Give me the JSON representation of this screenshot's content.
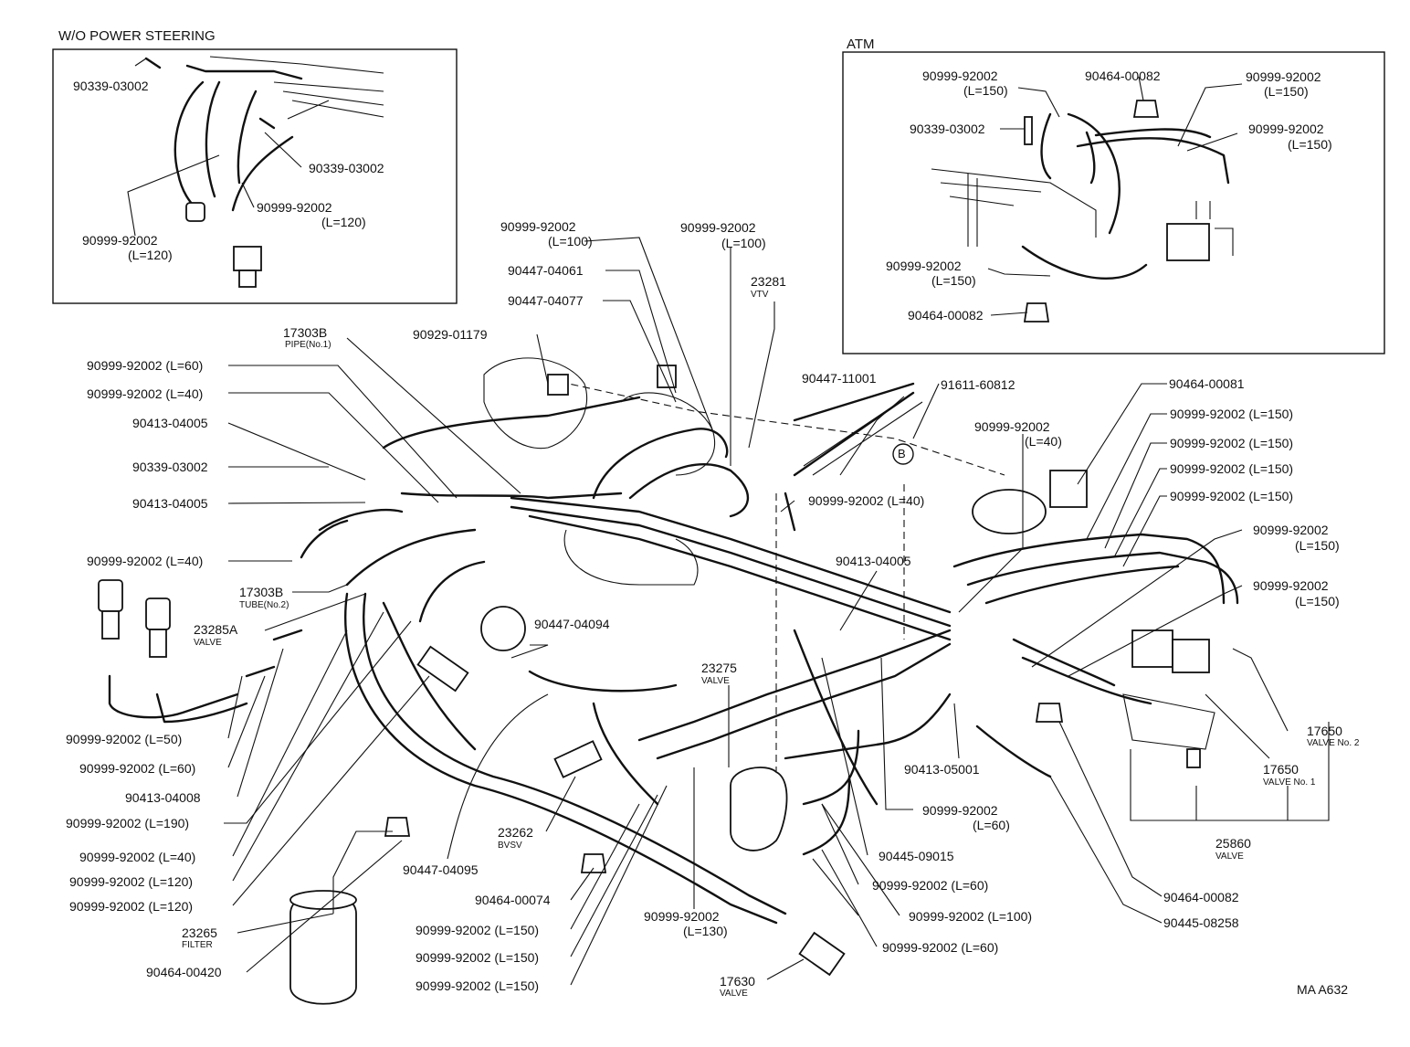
{
  "insets": {
    "wo_power_steering": {
      "title": "W/O POWER STEERING"
    },
    "atm": {
      "title": "ATM"
    }
  },
  "drawing_code": "MA A632",
  "callout_letter": "B",
  "labels": [
    {
      "id": "ps1",
      "text": "90339-03002"
    },
    {
      "id": "ps2",
      "text": "90339-03002"
    },
    {
      "id": "ps3",
      "text": "90999-92002"
    },
    {
      "id": "ps3s",
      "text": "(L=120)"
    },
    {
      "id": "ps4",
      "text": "90999-92002"
    },
    {
      "id": "ps4s",
      "text": "(L=120)"
    },
    {
      "id": "at1",
      "text": "90999-92002"
    },
    {
      "id": "at1s",
      "text": "(L=150)"
    },
    {
      "id": "at2",
      "text": "90464-00082"
    },
    {
      "id": "at3",
      "text": "90999-92002"
    },
    {
      "id": "at3s",
      "text": "(L=150)"
    },
    {
      "id": "at4",
      "text": "90339-03002"
    },
    {
      "id": "at5",
      "text": "90999-92002"
    },
    {
      "id": "at5s",
      "text": "(L=150)"
    },
    {
      "id": "at6",
      "text": "90999-92002"
    },
    {
      "id": "at6s",
      "text": "(L=150)"
    },
    {
      "id": "at7",
      "text": "90464-00082"
    },
    {
      "id": "m1",
      "text": "90999-92002"
    },
    {
      "id": "m1s",
      "text": "(L=100)"
    },
    {
      "id": "m2",
      "text": "90999-92002"
    },
    {
      "id": "m2s",
      "text": "(L=100)"
    },
    {
      "id": "m3",
      "text": "90447-04061"
    },
    {
      "id": "m4",
      "text": "23281"
    },
    {
      "id": "m5",
      "text": "90447-04077"
    },
    {
      "id": "m6",
      "text": "17303B"
    },
    {
      "id": "m7",
      "text": "90929-01179"
    },
    {
      "id": "m8",
      "text": "90447-11001"
    },
    {
      "id": "m9",
      "text": "91611-60812"
    },
    {
      "id": "m10",
      "text": "90464-00081"
    },
    {
      "id": "m11",
      "text": "90999-92002 (L=60)"
    },
    {
      "id": "m12",
      "text": "90999-92002 (L=40)"
    },
    {
      "id": "m13",
      "text": "90413-04005"
    },
    {
      "id": "m14",
      "text": "90339-03002"
    },
    {
      "id": "m15",
      "text": "90413-04005"
    },
    {
      "id": "m16",
      "text": "90999-92002 (L=40)"
    },
    {
      "id": "m17",
      "text": "17303B"
    },
    {
      "id": "m18",
      "text": "23285A"
    },
    {
      "id": "m19",
      "text": "90999-92002"
    },
    {
      "id": "m19s",
      "text": "(L=40)"
    },
    {
      "id": "m20",
      "text": "90999-92002 (L=150)"
    },
    {
      "id": "m21",
      "text": "90999-92002 (L=150)"
    },
    {
      "id": "m22",
      "text": "90999-92002 (L=150)"
    },
    {
      "id": "m23",
      "text": "90999-92002 (L=150)"
    },
    {
      "id": "m24",
      "text": "90999-92002 (L=40)"
    },
    {
      "id": "m25",
      "text": "90999-92002"
    },
    {
      "id": "m25s",
      "text": "(L=150)"
    },
    {
      "id": "m26",
      "text": "90413-04005"
    },
    {
      "id": "m27",
      "text": "90999-92002"
    },
    {
      "id": "m27s",
      "text": "(L=150)"
    },
    {
      "id": "m28",
      "text": "90447-04094"
    },
    {
      "id": "m29",
      "text": "23275"
    },
    {
      "id": "m30",
      "text": "90999-92002 (L=50)"
    },
    {
      "id": "m31",
      "text": "90999-92002 (L=60)"
    },
    {
      "id": "m32",
      "text": "90413-04008"
    },
    {
      "id": "m33",
      "text": "90999-92002 (L=190)"
    },
    {
      "id": "m34",
      "text": "90999-92002 (L=40)"
    },
    {
      "id": "m35",
      "text": "90999-92002 (L=120)"
    },
    {
      "id": "m36",
      "text": "90999-92002 (L=120)"
    },
    {
      "id": "m37",
      "text": "23265"
    },
    {
      "id": "m38",
      "text": "90464-00420"
    },
    {
      "id": "m39",
      "text": "90447-04095"
    },
    {
      "id": "m40",
      "text": "23262"
    },
    {
      "id": "m41",
      "text": "90464-00074"
    },
    {
      "id": "m42",
      "text": "90999-92002 (L=150)"
    },
    {
      "id": "m43",
      "text": "90999-92002 (L=150)"
    },
    {
      "id": "m44",
      "text": "90999-92002 (L=150)"
    },
    {
      "id": "m45",
      "text": "90999-92002"
    },
    {
      "id": "m45s",
      "text": "(L=130)"
    },
    {
      "id": "m46",
      "text": "17630"
    },
    {
      "id": "m47",
      "text": "90413-05001"
    },
    {
      "id": "m48",
      "text": "90999-92002"
    },
    {
      "id": "m48s",
      "text": "(L=60)"
    },
    {
      "id": "m49",
      "text": "90445-09015"
    },
    {
      "id": "m50",
      "text": "90999-92002 (L=60)"
    },
    {
      "id": "m51",
      "text": "90999-92002 (L=100)"
    },
    {
      "id": "m52",
      "text": "90999-92002 (L=60)"
    },
    {
      "id": "m53",
      "text": "17650"
    },
    {
      "id": "m54",
      "text": "17650"
    },
    {
      "id": "m55",
      "text": "25860"
    },
    {
      "id": "m56",
      "text": "90464-00082"
    },
    {
      "id": "m57",
      "text": "90445-08258"
    }
  ],
  "sublabels": [
    {
      "id": "s1",
      "text": "VTV"
    },
    {
      "id": "s2",
      "text": "PIPE(No.1)"
    },
    {
      "id": "s3",
      "text": "TUBE(No.2)"
    },
    {
      "id": "s4",
      "text": "VALVE"
    },
    {
      "id": "s5",
      "text": "VALVE"
    },
    {
      "id": "s6",
      "text": "FILTER"
    },
    {
      "id": "s7",
      "text": "BVSV"
    },
    {
      "id": "s8",
      "text": "VALVE"
    },
    {
      "id": "s9",
      "text": "VALVE No. 2"
    },
    {
      "id": "s10",
      "text": "VALVE No. 1"
    },
    {
      "id": "s11",
      "text": "VALVE"
    }
  ]
}
